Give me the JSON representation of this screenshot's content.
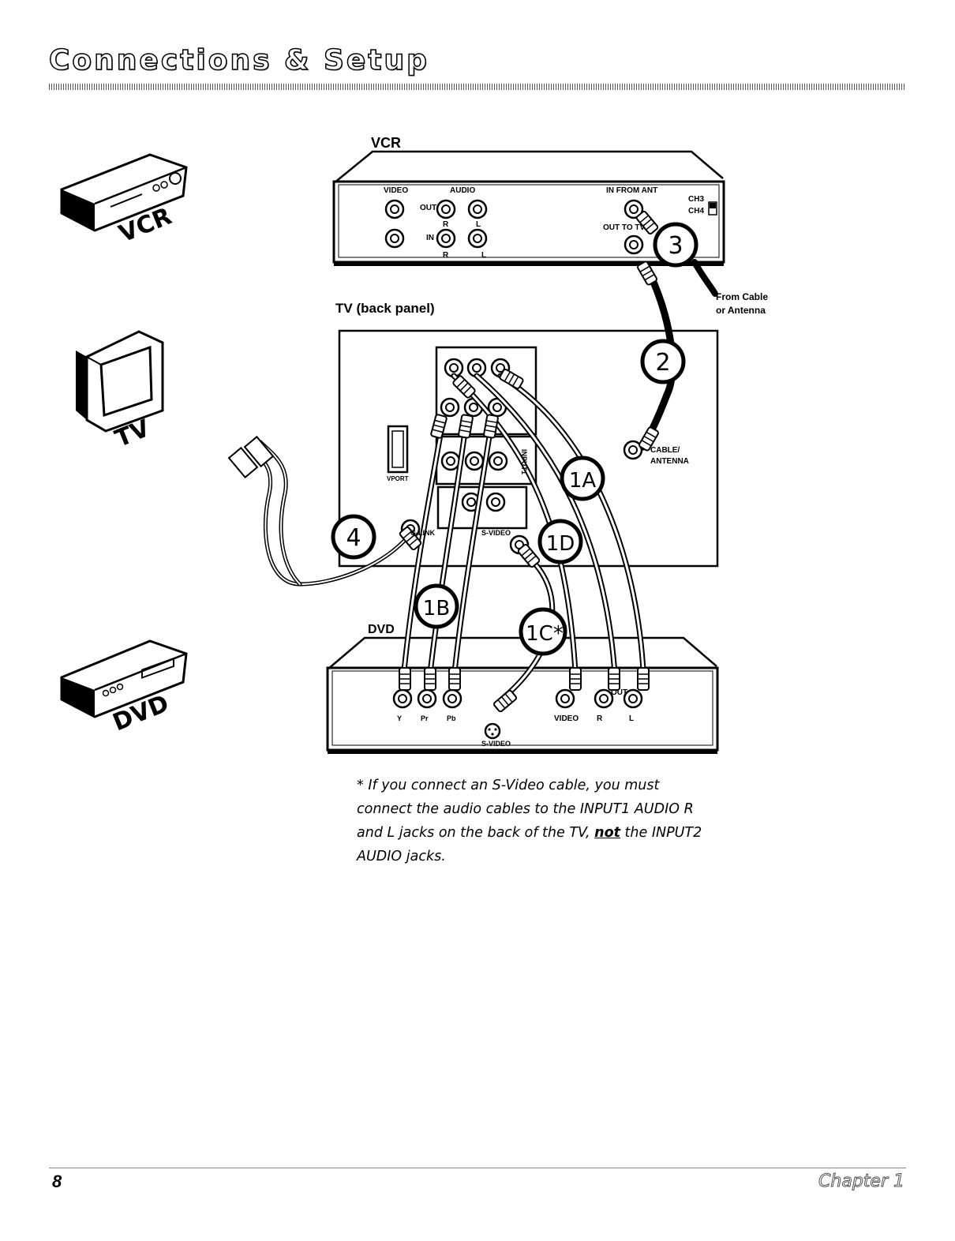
{
  "header": {
    "title": "Connections & Setup"
  },
  "icons": {
    "vcr_label": "VCR",
    "tv_label": "TV",
    "dvd_label": "DVD"
  },
  "vcr": {
    "title": "VCR",
    "video": "VIDEO",
    "audio": "AUDIO",
    "out": "OUT",
    "in": "IN",
    "r": "R",
    "l": "L",
    "in_from_ant": "IN FROM ANT",
    "out_to_tv": "OUT TO TV",
    "ch3": "CH3",
    "ch4": "CH4"
  },
  "tv": {
    "title": "TV (back panel)",
    "vport": "VPORT",
    "cable_antenna_1": "CABLE/",
    "cable_antenna_2": "ANTENNA",
    "input1": "INPUT1",
    "svideo": "S-VIDEO",
    "glink": "G-LINK"
  },
  "from_cable": {
    "line1": "From Cable",
    "line2": "or Antenna"
  },
  "dvd": {
    "title": "DVD",
    "y": "Y",
    "pr": "Pr",
    "pb": "Pb",
    "video": "VIDEO",
    "r": "R",
    "l": "L",
    "svideo": "S-VIDEO",
    "out": "OUT"
  },
  "callouts": [
    "1A",
    "1B",
    "1C*",
    "1D",
    "2",
    "3",
    "4"
  ],
  "note": {
    "part1": "* If you connect an S-Video cable, you must connect the audio cables to the INPUT1 AUDIO R and L jacks on the back of the TV, ",
    "emphasis": "not",
    "part2": " the INPUT2 AUDIO jacks."
  },
  "footer": {
    "page_number": "8",
    "chapter": "Chapter 1"
  }
}
